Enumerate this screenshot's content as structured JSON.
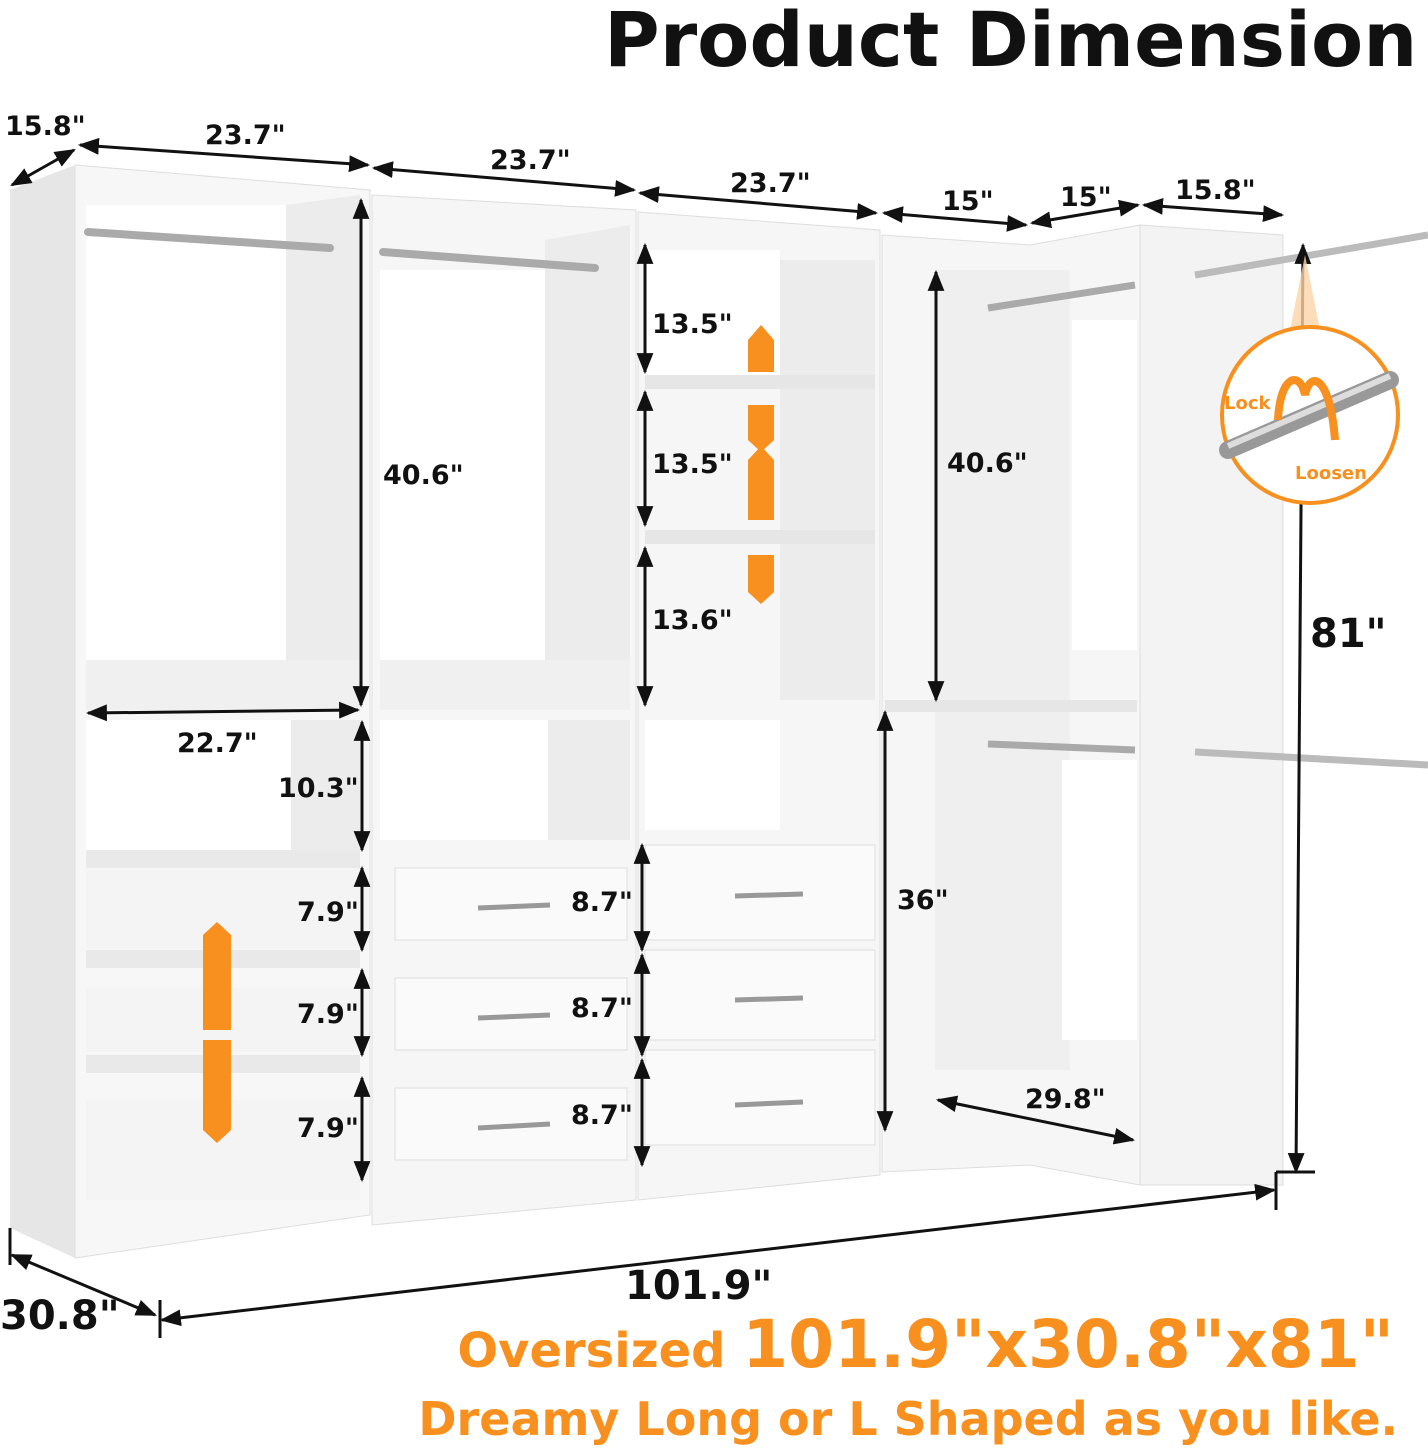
{
  "title": "Product Dimension",
  "colors": {
    "accent": "#f7901e",
    "text": "#111111",
    "panel": "#f2f2f2"
  },
  "dimensions": {
    "top_depth": "15.8\"",
    "width_1": "23.7\"",
    "width_2": "23.7\"",
    "width_3": "23.7\"",
    "width_4": "15\"",
    "width_5": "15\"",
    "width_6": "15.8\"",
    "shelf_1": "13.5\"",
    "shelf_2": "13.5\"",
    "shelf_3": "13.6\"",
    "hang_left": "40.6\"",
    "hang_right": "40.6\"",
    "total_height": "81\"",
    "inner_width": "22.7\"",
    "open_cubby": "10.3\"",
    "cubby_1": "7.9\"",
    "cubby_2": "7.9\"",
    "cubby_3": "7.9\"",
    "drawer_1": "8.7\"",
    "drawer_2": "8.7\"",
    "drawer_3": "8.7\"",
    "lower_hang": "36\"",
    "corner_depth": "29.8\"",
    "total_width": "101.9\"",
    "total_depth": "30.8\""
  },
  "inset": {
    "lock": "Lock",
    "loosen": "Loosen"
  },
  "promo": {
    "prefix": "Oversized ",
    "size": "101.9\"x30.8\"x81\"",
    "tagline": "Dreamy Long or L Shaped as you like."
  }
}
